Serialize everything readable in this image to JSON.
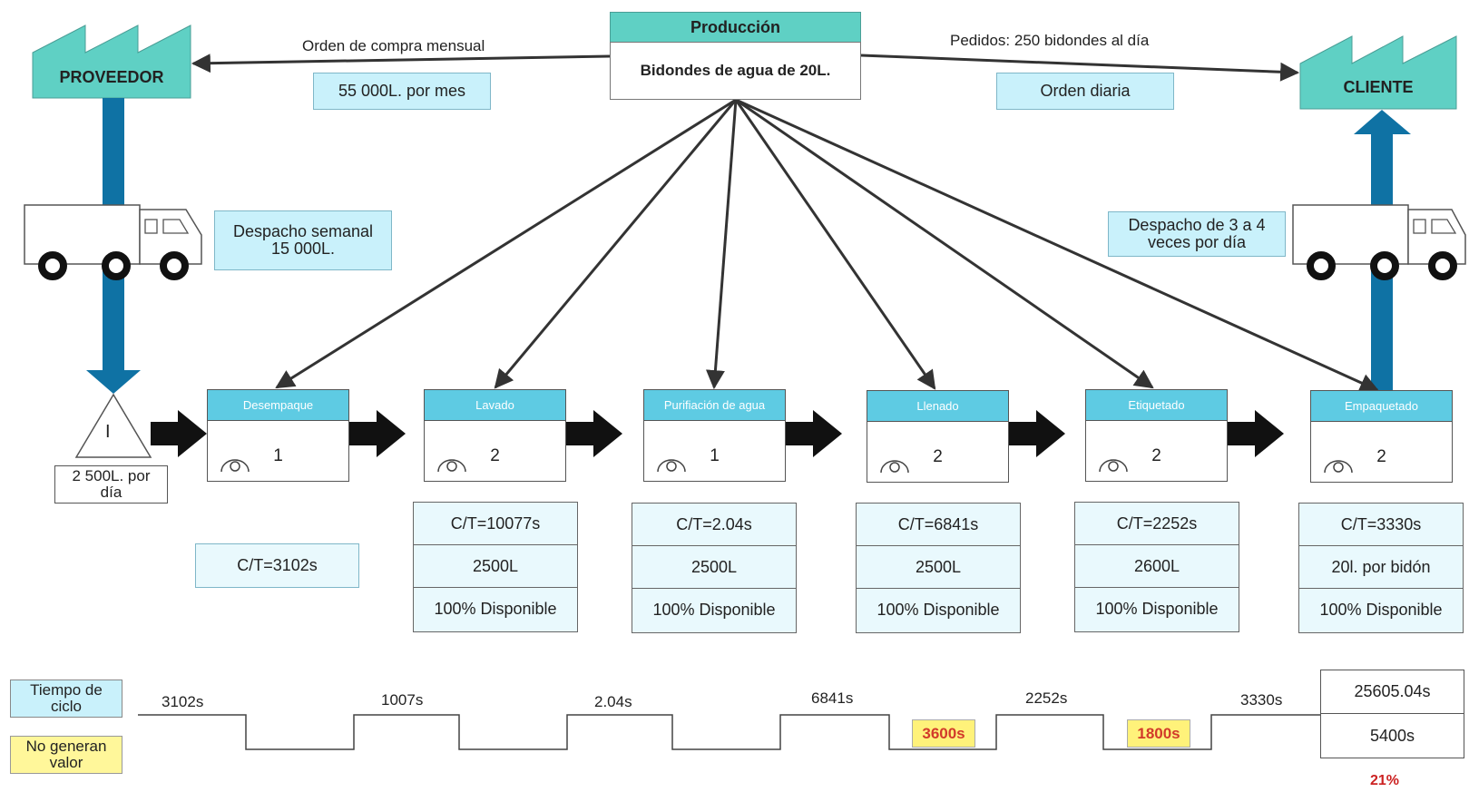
{
  "production": {
    "title": "Producción",
    "subtitle": "Bidondes de agua de 20L."
  },
  "supplier": {
    "label": "PROVEEDOR"
  },
  "client": {
    "label": "CLIENTE"
  },
  "order_left": {
    "text": "Orden de compra mensual",
    "box": "55 000L. por mes"
  },
  "order_right": {
    "text": "Pedidos: 250 bidondes al día",
    "box": "Orden diaria"
  },
  "shipping_in": {
    "box": "Despacho semanal 15 000L."
  },
  "shipping_out": {
    "box": "Despacho de 3 a 4 veces por día"
  },
  "inventory": {
    "symbol": "I",
    "label": "2 500L. por día"
  },
  "processes": [
    {
      "name": "Desempaque",
      "operators": "1",
      "data": [
        "C/T=3102s"
      ]
    },
    {
      "name": "Lavado",
      "operators": "2",
      "data": [
        "C/T=10077s",
        "2500L",
        "100% Disponible"
      ]
    },
    {
      "name": "Purifiación de agua",
      "operators": "1",
      "data": [
        "C/T=2.04s",
        "2500L",
        "100% Disponible"
      ]
    },
    {
      "name": "Llenado",
      "operators": "2",
      "data": [
        "C/T=6841s",
        "2500L",
        "100% Disponible"
      ]
    },
    {
      "name": "Etiquetado",
      "operators": "2",
      "data": [
        "C/T=2252s",
        "2600L",
        "100% Disponible"
      ]
    },
    {
      "name": "Empaquetado",
      "operators": "2",
      "data": [
        "C/T=3330s",
        "20l. por bidón",
        "100% Disponible"
      ]
    }
  ],
  "timeline": {
    "cycle_label": "Tiempo de ciclo",
    "nonvalue_label": "No generan valor",
    "cycle_times": [
      "3102s",
      "1007s",
      "2.04s",
      "6841s",
      "2252s",
      "3330s"
    ],
    "nonvalue_times": [
      "3600s",
      "1800s"
    ],
    "total_cycle": "25605.04s",
    "total_nonvalue": "5400s",
    "ratio": "21%"
  },
  "colors": {
    "teal": "#5fd0c4",
    "process_header": "#5ecbe3",
    "info_box": "#c9f1fb",
    "push_arrow": "#111111",
    "shipping_arrow": "#0f72a4",
    "highlight": "#fff27a",
    "ratio_text": "#cc2222"
  },
  "icons": [
    "factory-icon",
    "truck-icon",
    "push-arrow-icon",
    "operator-icon",
    "inventory-triangle-icon"
  ]
}
